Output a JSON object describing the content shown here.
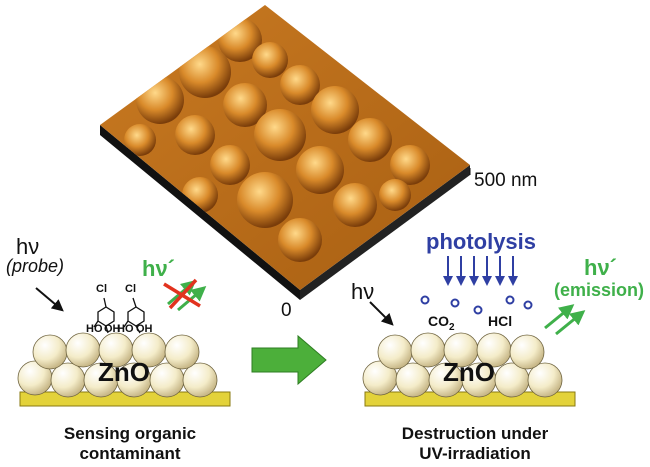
{
  "afm": {
    "scale_label": "500 nm",
    "origin_label": "0"
  },
  "left_panel": {
    "hv_label": "hν",
    "probe_label": "(probe)",
    "emission_label": "hν´",
    "zno_label": "ZnO",
    "cl_label": "Cl",
    "ho_label": "HO",
    "oh_label": "OH",
    "caption_line1": "Sensing organic",
    "caption_line2": "contaminant"
  },
  "right_panel": {
    "photolysis_label": "photolysis",
    "hv_label": "hν",
    "emission_hv_label": "hν´",
    "emission_label": "(emission)",
    "co2_label": "CO",
    "co2_sub": "2",
    "hcl_label": "HCl",
    "zno_label": "ZnO",
    "caption_line1": "Destruction under",
    "caption_line2": "UV-irradiation"
  },
  "colors": {
    "afm_brown": "#8a4b10",
    "sphere_fill": "#f4ecc9",
    "substrate": "#e3d23a",
    "photolysis_blue": "#2f3fa3",
    "emission_green": "#3fb04a",
    "arrow_green": "#4caf3a",
    "cross_red": "#e2321e"
  }
}
